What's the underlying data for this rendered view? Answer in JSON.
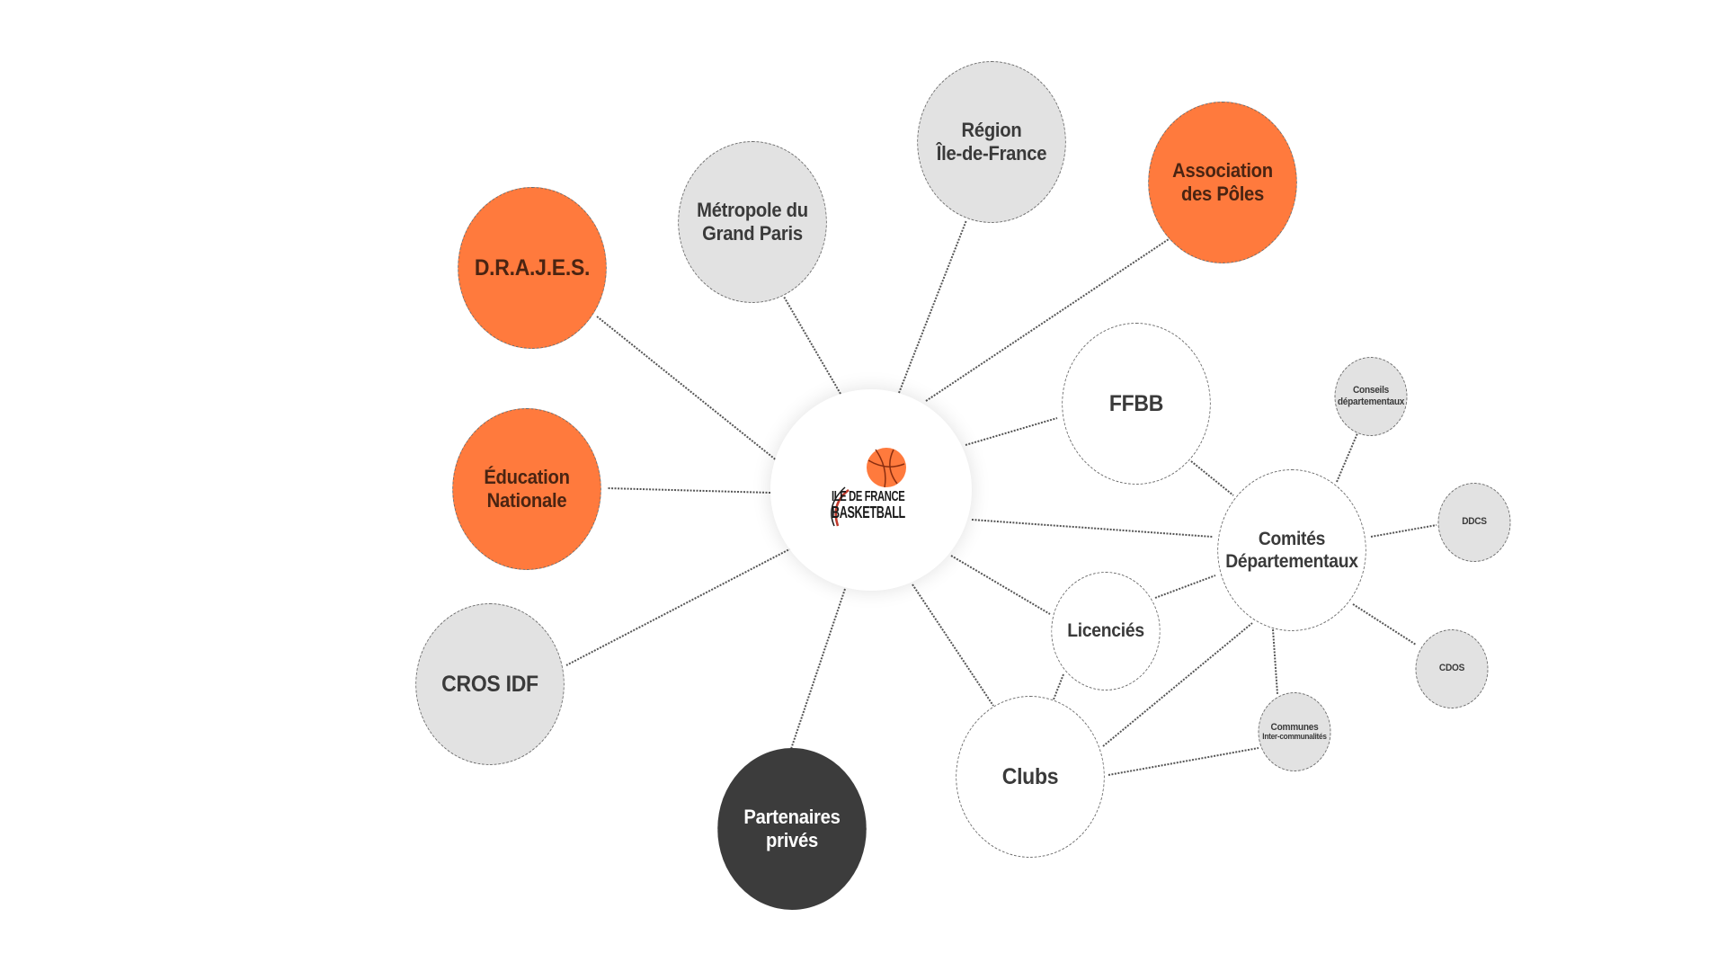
{
  "colors": {
    "orange": "#ff7a3d",
    "grey": "#e2e2e2",
    "dark": "#3c3c3c",
    "line": "#555555",
    "text": "#3a3a3a"
  },
  "center": {
    "logo_line1": "ILE DE FRANCE",
    "logo_line2": "BASKETBALL",
    "logo_icon": "basketball-icon"
  },
  "nodes": {
    "region": {
      "line1": "Région",
      "line2": "Île-de-France"
    },
    "metropole": {
      "line1": "Métropole du",
      "line2": "Grand Paris"
    },
    "association": {
      "line1": "Association",
      "line2": "des Pôles"
    },
    "drajes": {
      "line1": "D.R.A.J.E.S."
    },
    "education": {
      "line1": "Éducation",
      "line2": "Nationale"
    },
    "cros": {
      "line1": "CROS IDF"
    },
    "partenaires": {
      "line1": "Partenaires",
      "line2": "privés"
    },
    "ffbb": {
      "line1": "FFBB"
    },
    "comites": {
      "line1": "Comités",
      "line2": "Départementaux"
    },
    "licencies": {
      "line1": "Licenciés"
    },
    "clubs": {
      "line1": "Clubs"
    },
    "conseils": {
      "line1": "Conseils",
      "line2": "départementaux"
    },
    "ddcs": {
      "line1": "DDCS"
    },
    "cdos": {
      "line1": "CDOS"
    },
    "communes": {
      "line1": "Communes",
      "line2": "Inter-communalités"
    }
  }
}
